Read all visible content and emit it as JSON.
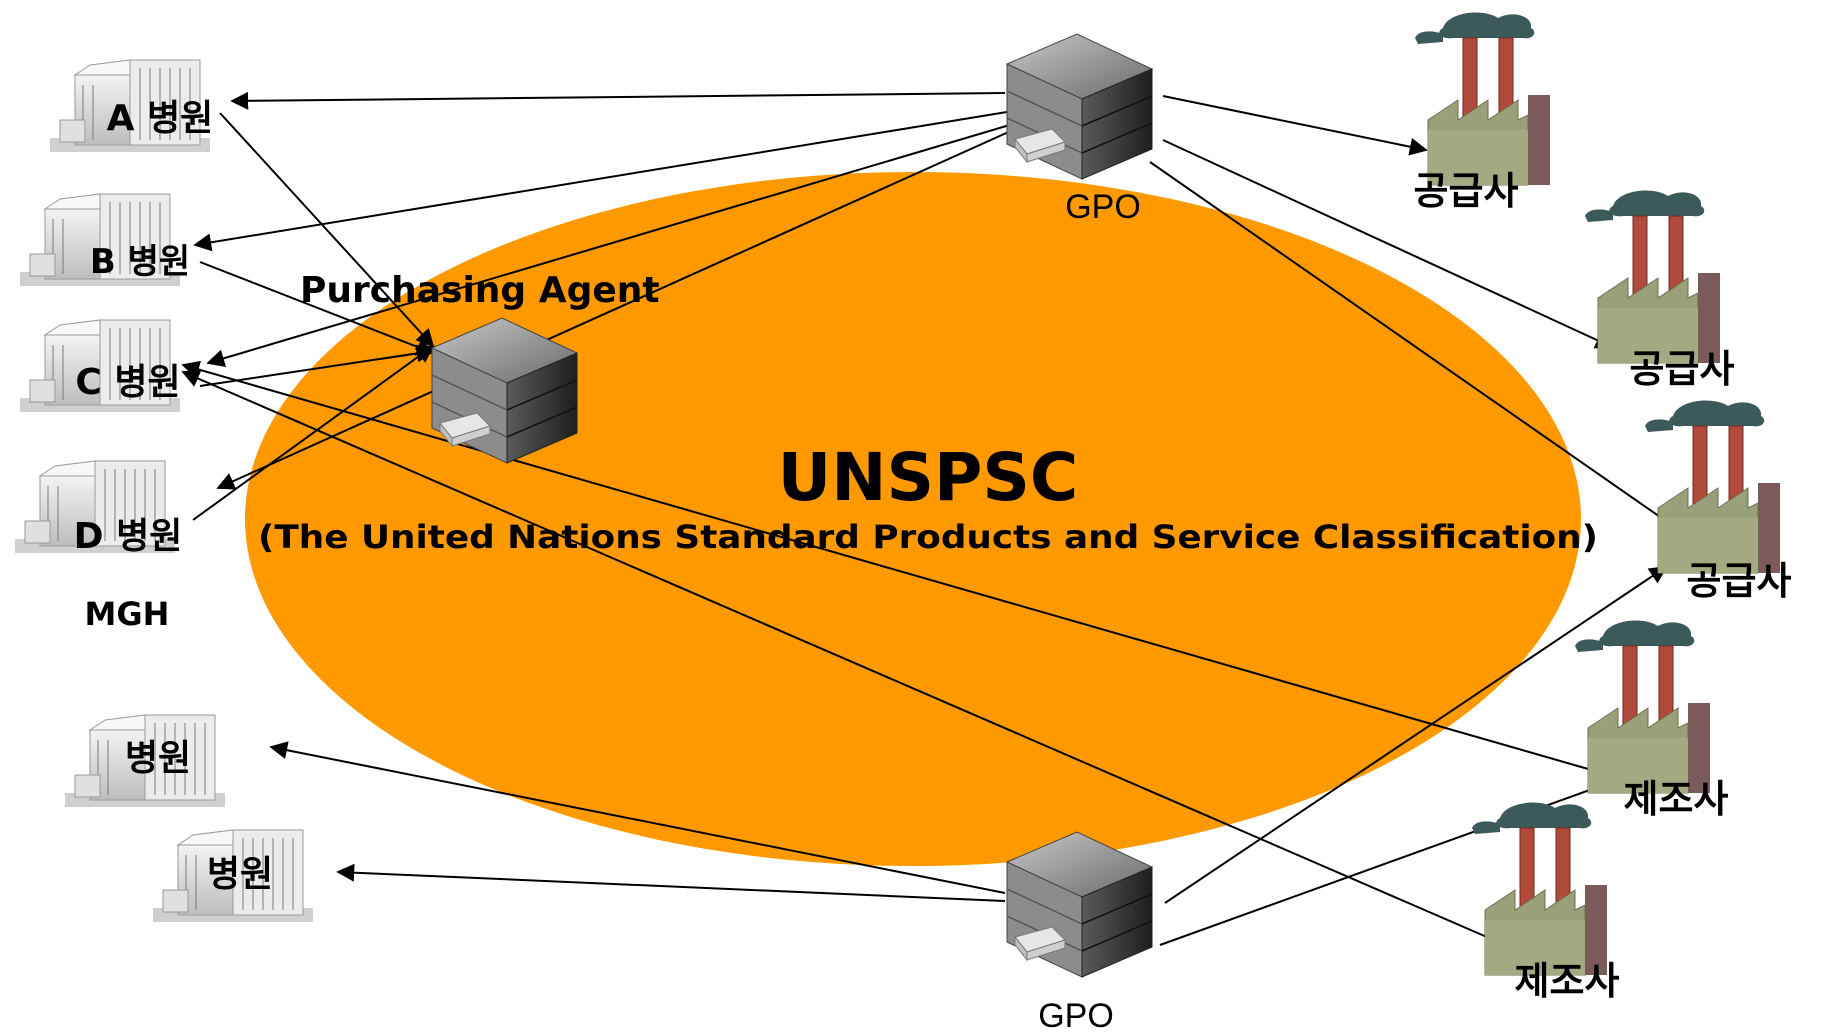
{
  "center": {
    "title": "UNSPSC",
    "subtitle": "(The United Nations Standard Products and Service Classification)"
  },
  "purchasing_agent": {
    "label": "Purchasing Agent"
  },
  "gpo_top": {
    "label": "GPO"
  },
  "gpo_bottom": {
    "label": "GPO"
  },
  "mgh_group": {
    "label": "MGH"
  },
  "hospitals": [
    {
      "label": "A 병원"
    },
    {
      "label": "B 병원"
    },
    {
      "label": "C 병원"
    },
    {
      "label": "D 병원"
    },
    {
      "label": "병원"
    },
    {
      "label": "병원"
    }
  ],
  "suppliers": [
    {
      "label": "공급사"
    },
    {
      "label": "공급사"
    },
    {
      "label": "공급사"
    }
  ],
  "manufacturers": [
    {
      "label": "제조사"
    },
    {
      "label": "제조사"
    }
  ],
  "colors": {
    "ellipse": "#FF9900",
    "arrow": "#000000",
    "server_dark": "#3a3a3a",
    "building": "#d8d8d8",
    "factory_wall": "#9aa07a",
    "chimney": "#b04a3a",
    "smoke": "#3d5a5a"
  }
}
